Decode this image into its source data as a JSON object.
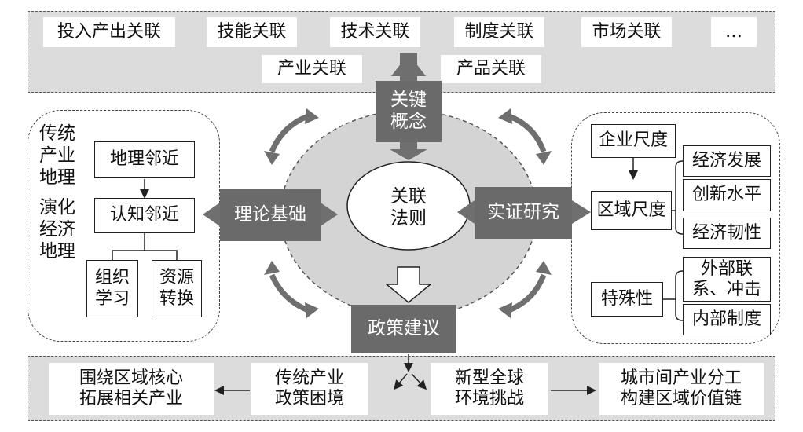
{
  "top_band": {
    "row1": [
      "投入产出关联",
      "技能关联",
      "技术关联",
      "制度关联",
      "市场关联",
      "…"
    ],
    "row2": [
      "产业关联",
      "产品关联"
    ]
  },
  "center": {
    "key_concept": "关键\n概念",
    "core": "关联\n法则",
    "theory_basis": "理论基础",
    "empirical_research": "实证研究",
    "policy_advice": "政策建议"
  },
  "left_panel": {
    "traditional_geo": "传统\n产业\n地理",
    "evolutionary_geo": "演化\n经济\n地理",
    "geo_proximity": "地理邻近",
    "cog_proximity": "认知邻近",
    "org_learning": "组织\n学习",
    "resource_transform": "资源\n转换"
  },
  "right_panel": {
    "enterprise_scale": "企业尺度",
    "regional_scale": "区域尺度",
    "econ_development": "经济发展",
    "innovation_level": "创新水平",
    "econ_resilience": "经济韧性",
    "particularity": "特殊性",
    "external_shock": "外部联\n系、冲击",
    "internal_system": "内部制度"
  },
  "bottom_band": {
    "core_industry": "围绕区域核心\n拓展相关产业",
    "traditional_dilemma": "传统产业\n政策困境",
    "global_challenge": "新型全球\n环境挑战",
    "value_chain": "城市间产业分工\n构建区域价值链"
  },
  "colors": {
    "band_fill": "#dcdcdc",
    "dark_box": "#6a6a6a",
    "ellipse_fill": "#d4d4d4",
    "arrow_gray": "#6f6f6f"
  }
}
